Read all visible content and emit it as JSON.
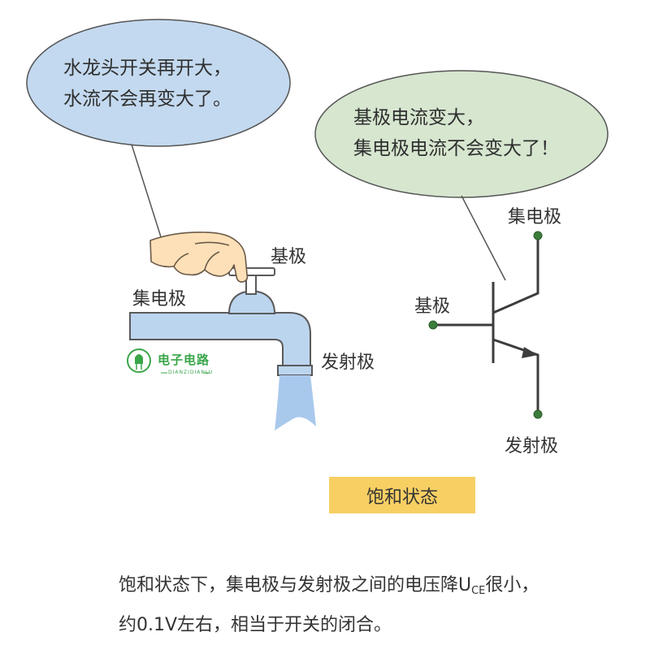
{
  "left_bubble": {
    "line1": "水龙头开关再开大，",
    "line2": "水流不会再变大了。"
  },
  "right_bubble": {
    "line1": "基极电流变大，",
    "line2": "集电极电流不会变大了！"
  },
  "faucet_labels": {
    "base": "基极",
    "collector": "集电极",
    "emitter": "发射极"
  },
  "transistor_labels": {
    "collector": "集电极",
    "base": "基极",
    "emitter": "发射极"
  },
  "logo": {
    "name": "电子电路",
    "sub": "DIANZIDIANLU"
  },
  "state_title": "饱和状态",
  "caption": {
    "line1_pre": "饱和状态下，集电极与发射极之间的电压降U",
    "line1_sub": "CE",
    "line1_post": "很小，",
    "line2": "约0.1V左右，相当于开关的闭合。"
  },
  "colors": {
    "left_bubble_fill": "#c3d9ef",
    "right_bubble_fill": "#d6e6cf",
    "pipe_fill": "#bcd5ee",
    "pipe_stroke": "#5a5a5a",
    "water_fill": "#a9c9ec",
    "terminal_dot": "#3b7d3b",
    "state_fill": "#f7cf63",
    "logo_green": "#3aa64a",
    "hand_fill": "#fde0b8"
  }
}
